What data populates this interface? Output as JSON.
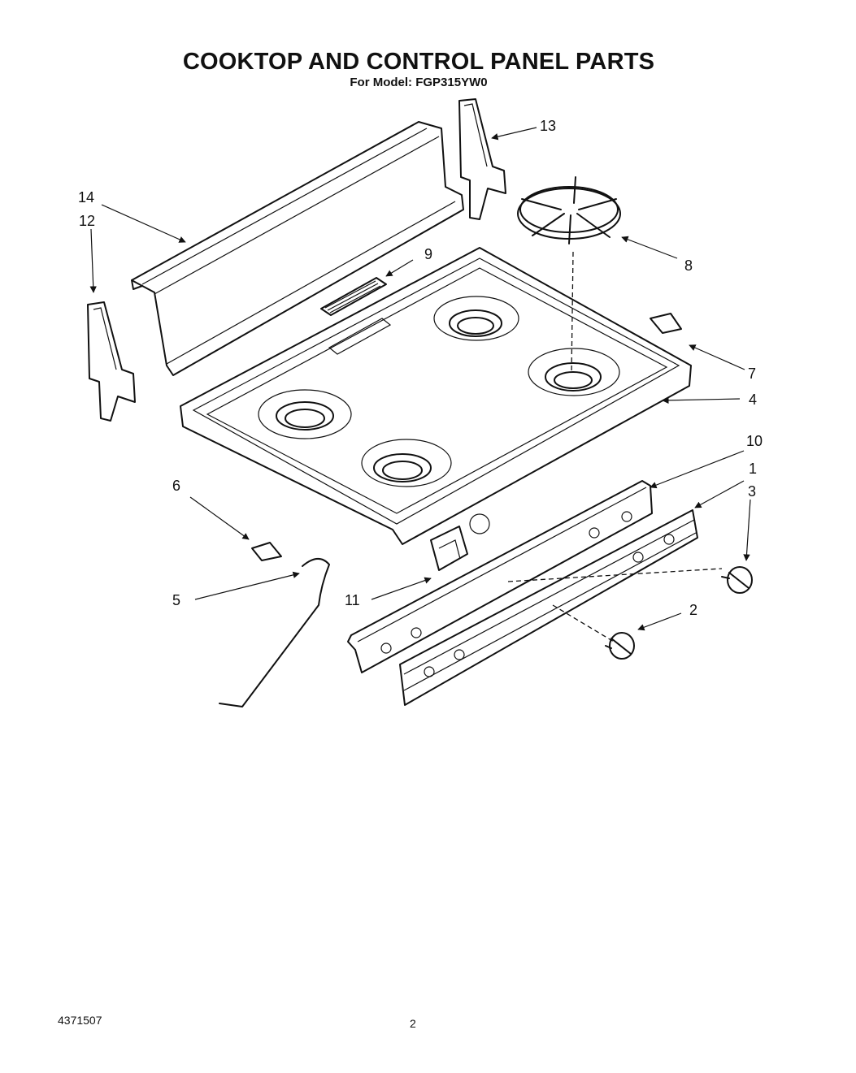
{
  "header": {
    "title": "COOKTOP AND CONTROL PANEL PARTS",
    "subtitle": "For Model: FGP315YW0"
  },
  "callouts": [
    "1",
    "2",
    "3",
    "4",
    "5",
    "6",
    "7",
    "8",
    "9",
    "10",
    "11",
    "12",
    "13",
    "14"
  ],
  "footer": {
    "doc_number": "4371507",
    "page_number": "2"
  }
}
